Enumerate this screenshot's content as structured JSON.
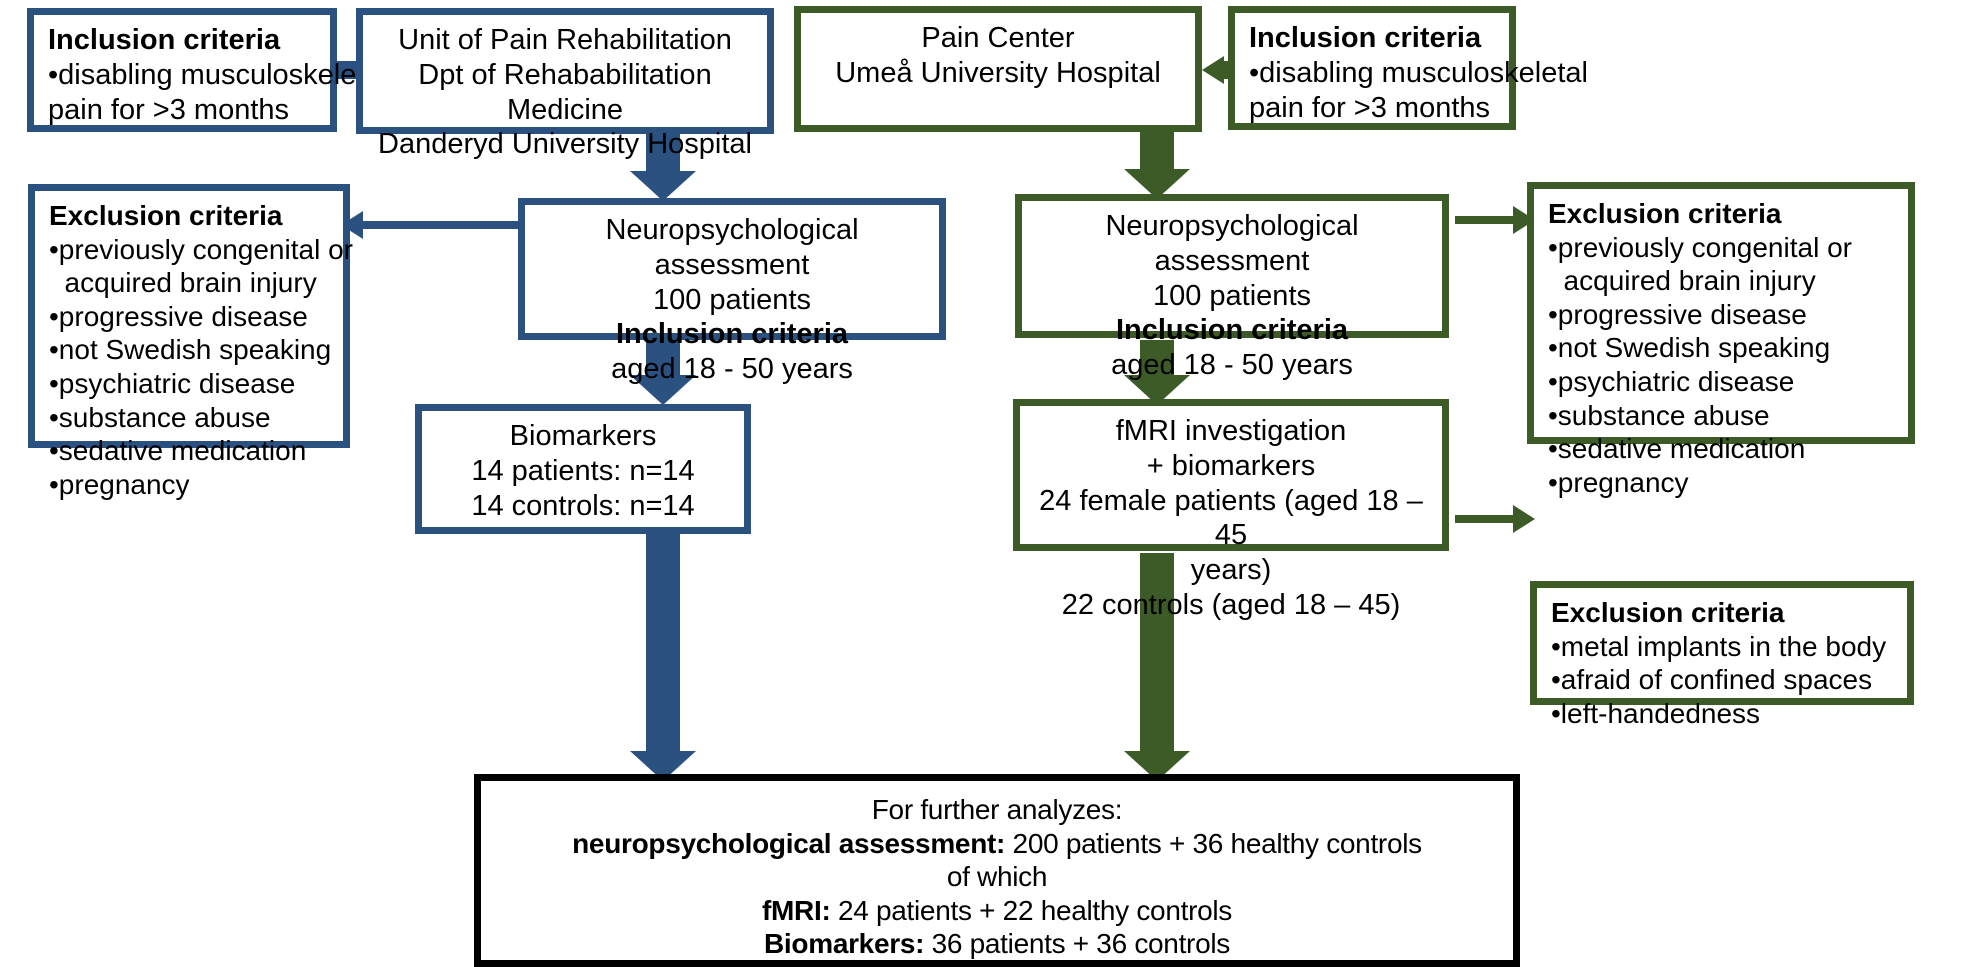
{
  "colors": {
    "blue": "#2a5180",
    "green": "#3d5b27",
    "black": "#000000",
    "background": "#ffffff"
  },
  "boxes": {
    "inclusion_left": {
      "heading": "Inclusion criteria",
      "items": [
        "•disabling musculoskeletal",
        "pain for >3 months"
      ]
    },
    "site_left": {
      "lines": [
        "Unit of Pain Rehabilitation",
        "Dpt of Rehababilitation Medicine",
        "Danderyd University Hospital"
      ]
    },
    "site_right": {
      "lines": [
        "Pain Center",
        "Umeå University Hospital"
      ]
    },
    "inclusion_right": {
      "heading": "Inclusion criteria",
      "items": [
        "•disabling musculoskeletal",
        "pain for >3 months"
      ]
    },
    "exclusion_left": {
      "heading": "Exclusion criteria",
      "items": [
        "•previously congenital or",
        "  acquired brain injury",
        "•progressive disease",
        "•not Swedish speaking",
        "•psychiatric disease",
        "•substance abuse",
        "•sedative medication",
        "•pregnancy"
      ]
    },
    "neuro_left": {
      "line1": "Neuropsychological assessment",
      "line2": "100 patients",
      "line3_bold": "Inclusion criteria",
      "line4": "aged 18 - 50 years"
    },
    "neuro_right": {
      "line1": "Neuropsychological assessment",
      "line2": "100 patients",
      "line3_bold": "Inclusion criteria",
      "line4": "aged 18 - 50 years"
    },
    "exclusion_right_1": {
      "heading": "Exclusion criteria",
      "items": [
        "•previously congenital or",
        "  acquired brain injury",
        "•progressive disease",
        "•not Swedish speaking",
        "•psychiatric disease",
        "•substance abuse",
        "•sedative medication",
        "•pregnancy"
      ]
    },
    "exclusion_right_2": {
      "heading": "Exclusion criteria",
      "items": [
        "•metal implants in the body",
        "•afraid of confined spaces",
        "•left-handedness"
      ]
    },
    "biomarkers_left": {
      "line1": "Biomarkers",
      "line2": "14  patients: n=14",
      "line3": "14 controls: n=14"
    },
    "fmri_right": {
      "line1": "fMRI investigation",
      "line2": "+ biomarkers",
      "line3": "24 female patients (aged 18 – 45",
      "line4": "years)",
      "line5": "22 controls (aged 18 – 45)"
    },
    "summary": {
      "line1": "For further analyzes:",
      "line2_bold": "neuropsychological assessment:",
      "line2_rest": " 200 patients + 36 healthy controls",
      "line3": "of which",
      "line4_bold": "fMRI:",
      "line4_rest": " 24 patients + 22 healthy controls",
      "line5_bold": "Biomarkers:",
      "line5_rest": " 36 patients + 36 controls"
    }
  },
  "connectors": {
    "inclusion_left_to_site": "arrow-right",
    "inclusion_right_to_site": "arrow-left",
    "site_left_to_neuro": "arrow-down",
    "site_right_to_neuro": "arrow-down",
    "neuro_left_to_exclusion": "arrow-left",
    "neuro_right_to_exclusion": "arrow-right",
    "neuro_left_to_biomarkers": "arrow-down",
    "neuro_right_to_fmri": "arrow-down",
    "fmri_to_exclusion2": "arrow-right",
    "biomarkers_to_summary": "arrow-down",
    "fmri_to_summary": "arrow-down"
  }
}
